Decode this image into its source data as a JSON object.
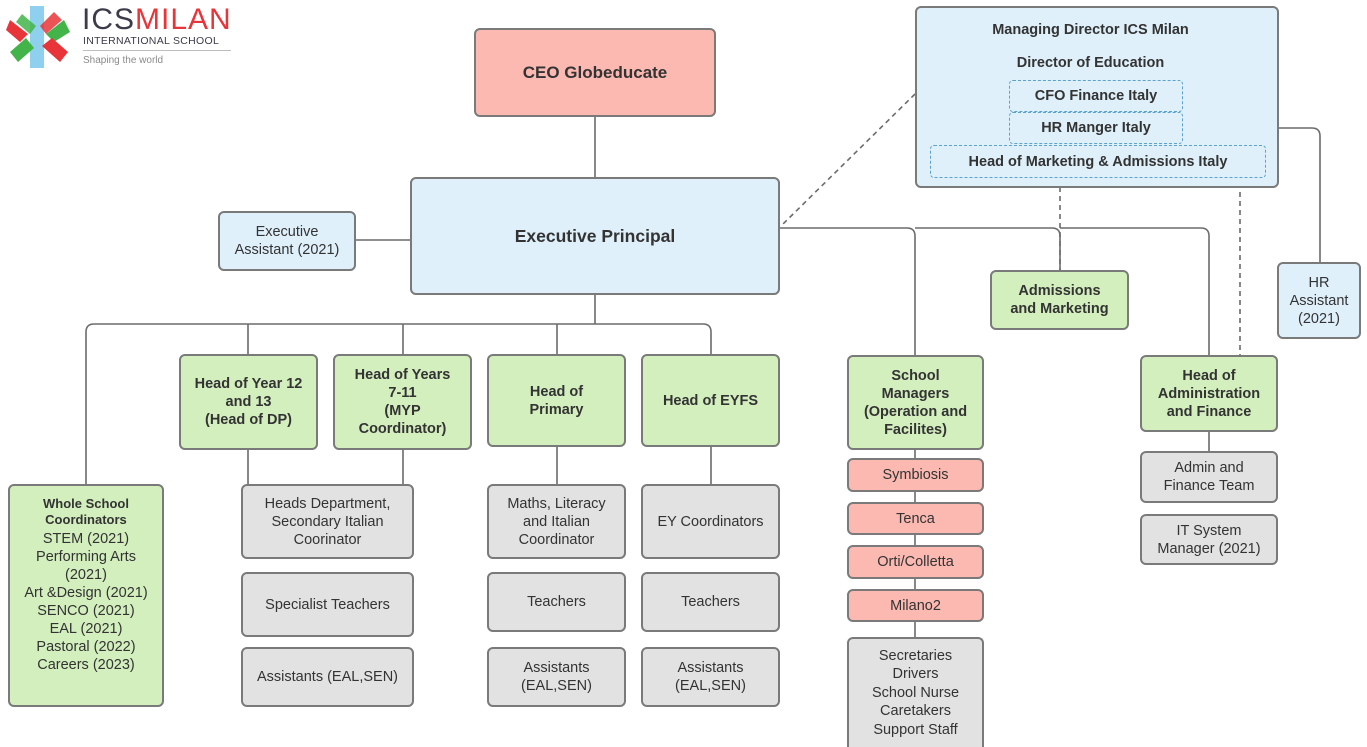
{
  "logo": {
    "name_part1": "ICS",
    "name_part2": "MILAN",
    "subtitle": "INTERNATIONAL SCHOOL",
    "tagline": "Shaping the world",
    "colors": {
      "red": "#e8353a",
      "green": "#43b44a",
      "blue": "#8fd0ef",
      "dark": "#3b3b4a"
    }
  },
  "colors": {
    "pink": "#fbb9b1",
    "blue": "#dff0fb",
    "green": "#d3efbe",
    "grey": "#e2e2e2",
    "border": "#7a7a7a",
    "dashed": "#5aa2cf"
  },
  "ceo": "CEO Globeducate",
  "executive_principal": "Executive Principal",
  "executive_assistant": "Executive\nAssistant (2021)",
  "director_panel": {
    "managing_director": "Managing Director ICS Milan",
    "director_education": "Director of Education",
    "cfo": "CFO Finance Italy",
    "hr_manager": "HR Manger Italy",
    "head_marketing": "Head of Marketing & Admissions Italy"
  },
  "hr_assistant": "HR\nAssistant\n(2021)",
  "admissions_marketing": "Admissions\nand Marketing",
  "whole_school": {
    "title": "Whole School\nCoordinators",
    "items": [
      "STEM (2021)",
      "Performing Arts",
      "(2021)",
      "Art &Design (2021)",
      "SENCO (2021)",
      "EAL (2021)",
      "Pastoral (2022)",
      "Careers (2023)"
    ]
  },
  "head_dp": "Head of Year 12\nand 13\n(Head of DP)",
  "head_myp": "Head of Years\n7-11\n(MYP\nCoordinator)",
  "head_primary": "Head of\nPrimary",
  "head_eyfs": "Head of EYFS",
  "secondary": {
    "heads_department": "Heads Department,\nSecondary Italian\nCoorinator",
    "specialist": "Specialist Teachers",
    "assistants": "Assistants (EAL,SEN)"
  },
  "primary": {
    "coordinator": "Maths, Literacy\nand Italian\nCoordinator",
    "teachers": "Teachers",
    "assistants": "Assistants\n(EAL,SEN)"
  },
  "eyfs": {
    "coordinators": "EY Coordinators",
    "teachers": "Teachers",
    "assistants": "Assistants\n(EAL,SEN)"
  },
  "school_managers": "School\nManagers\n(Operation and\nFacilites)",
  "sites": [
    "Symbiosis",
    "Tenca",
    "Orti/Colletta",
    "Milano2"
  ],
  "support_staff": [
    "Secretaries",
    "Drivers",
    "School Nurse",
    "Caretakers",
    "Support Staff"
  ],
  "head_admin": "Head of\nAdministration\nand Finance",
  "admin_team": "Admin and\nFinance Team",
  "it_manager": "IT System\nManager (2021)"
}
